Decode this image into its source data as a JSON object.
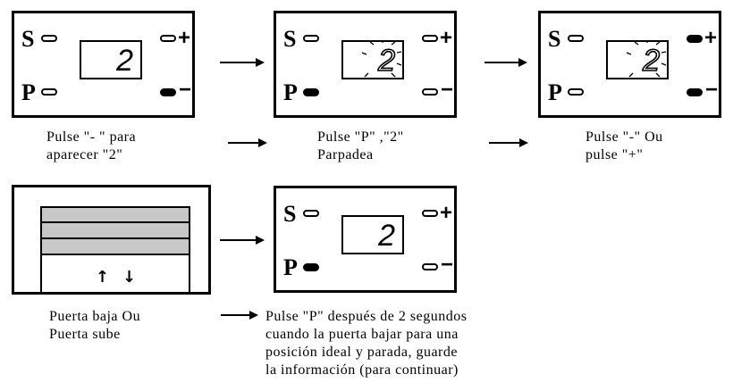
{
  "panel_labels": {
    "s": "S",
    "p": "P",
    "plus": "+",
    "minus": "−"
  },
  "digit": "2",
  "captions": {
    "step1": "Pulse \"- \" para\naparecer \"2\"",
    "step2": "Pulse \"P\" ,\"2\"\nParpadea",
    "step3": "Pulse \"-\" Ou\npulse \"+\"",
    "step4": "Puerta baja Ou\nPuerta sube",
    "step5": "Pulse \"P\" después de 2 segundos\ncuando la puerta bajar para una\nposición ideal y parada, guarde\nla información (para continuar)"
  },
  "door_arrows": {
    "up": "↑",
    "down": "↓"
  },
  "colors": {
    "ink": "#000000",
    "slat": "#c8c8c8",
    "background": "#ffffff"
  }
}
